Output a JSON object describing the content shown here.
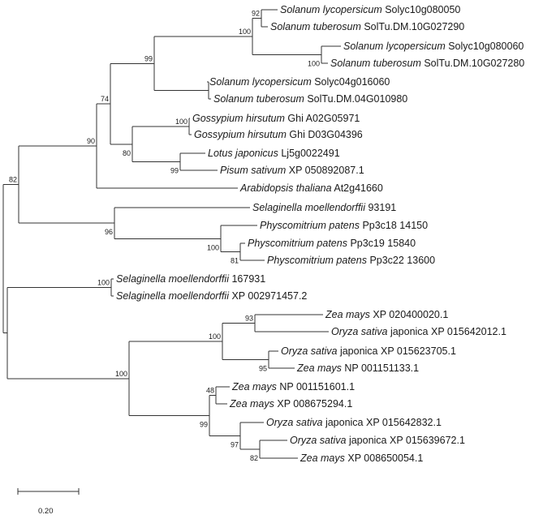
{
  "tree": {
    "leaves": [
      {
        "id": "L1",
        "species": "Solanum lycopersicum",
        "gene": "Solyc10g080050"
      },
      {
        "id": "L2",
        "species": "Solanum tuberosum",
        "gene": "SolTu.DM.10G027290"
      },
      {
        "id": "L3",
        "species": "Solanum lycopersicum",
        "gene": "Solyc10g080060"
      },
      {
        "id": "L4",
        "species": "Solanum tuberosum",
        "gene": "SolTu.DM.10G027280"
      },
      {
        "id": "L5",
        "species": "Solanum lycopersicum",
        "gene": "Solyc04g016060"
      },
      {
        "id": "L6",
        "species": "Solanum tuberosum",
        "gene": "SolTu.DM.04G010980"
      },
      {
        "id": "L7",
        "species": "Gossypium hirsutum",
        "gene": "Ghi A02G05971"
      },
      {
        "id": "L8",
        "species": "Gossypium hirsutum",
        "gene": "Ghi D03G04396"
      },
      {
        "id": "L9",
        "species": "Lotus japonicus",
        "gene": "Lj5g0022491"
      },
      {
        "id": "L10",
        "species": "Pisum sativum",
        "gene": "XP 050892087.1"
      },
      {
        "id": "L11",
        "species": "Arabidopsis thaliana",
        "gene": "At2g41660"
      },
      {
        "id": "L12",
        "species": "Selaginella moellendorffii",
        "gene": "93191"
      },
      {
        "id": "L13",
        "species": "Physcomitrium patens",
        "gene": "Pp3c18 14150"
      },
      {
        "id": "L14",
        "species": "Physcomitrium patens",
        "gene": "Pp3c19 15840"
      },
      {
        "id": "L15",
        "species": "Physcomitrium patens",
        "gene": "Pp3c22 13600"
      },
      {
        "id": "L16",
        "species": "Selaginella moellendorffii",
        "gene": "167931"
      },
      {
        "id": "L17",
        "species": "Selaginella moellendorffii",
        "gene": "XP 002971457.2"
      },
      {
        "id": "L18",
        "species": "Zea mays",
        "gene": "XP 020400020.1"
      },
      {
        "id": "L19",
        "species": "Oryza sativa",
        "gene": "japonica XP 015642012.1"
      },
      {
        "id": "L20",
        "species": "Oryza sativa",
        "gene": "japonica XP 015623705.1"
      },
      {
        "id": "L21",
        "species": "Zea mays",
        "gene": "NP 001151133.1"
      },
      {
        "id": "L22",
        "species": "Zea mays",
        "gene": "NP 001151601.1"
      },
      {
        "id": "L23",
        "species": "Zea mays",
        "gene": "XP 008675294.1"
      },
      {
        "id": "L24",
        "species": "Oryza sativa",
        "gene": "japonica XP 015642832.1"
      },
      {
        "id": "L25",
        "species": "Oryza sativa",
        "gene": "japonica XP 015639672.1"
      },
      {
        "id": "L26",
        "species": "Zea mays",
        "gene": "XP 008650054.1"
      }
    ],
    "bootstrap_values": [
      {
        "id": "B1",
        "value": "92"
      },
      {
        "id": "B2",
        "value": "100"
      },
      {
        "id": "B3",
        "value": "99"
      },
      {
        "id": "B4",
        "value": "100"
      },
      {
        "id": "B5",
        "value": "74"
      },
      {
        "id": "B6",
        "value": "100"
      },
      {
        "id": "B7",
        "value": "80"
      },
      {
        "id": "B8",
        "value": "99"
      },
      {
        "id": "B9",
        "value": "90"
      },
      {
        "id": "B10",
        "value": "82"
      },
      {
        "id": "B11",
        "value": "96"
      },
      {
        "id": "B12",
        "value": "100"
      },
      {
        "id": "B13",
        "value": "81"
      },
      {
        "id": "B14",
        "value": "100"
      },
      {
        "id": "B15",
        "value": "93"
      },
      {
        "id": "B16",
        "value": "100"
      },
      {
        "id": "B17",
        "value": "95"
      },
      {
        "id": "B18",
        "value": "100"
      },
      {
        "id": "B19",
        "value": "48"
      },
      {
        "id": "B20",
        "value": "99"
      },
      {
        "id": "B21",
        "value": "97"
      },
      {
        "id": "B22",
        "value": "82"
      }
    ],
    "scale_bar": {
      "label": "0.20",
      "length": 0.2
    }
  }
}
